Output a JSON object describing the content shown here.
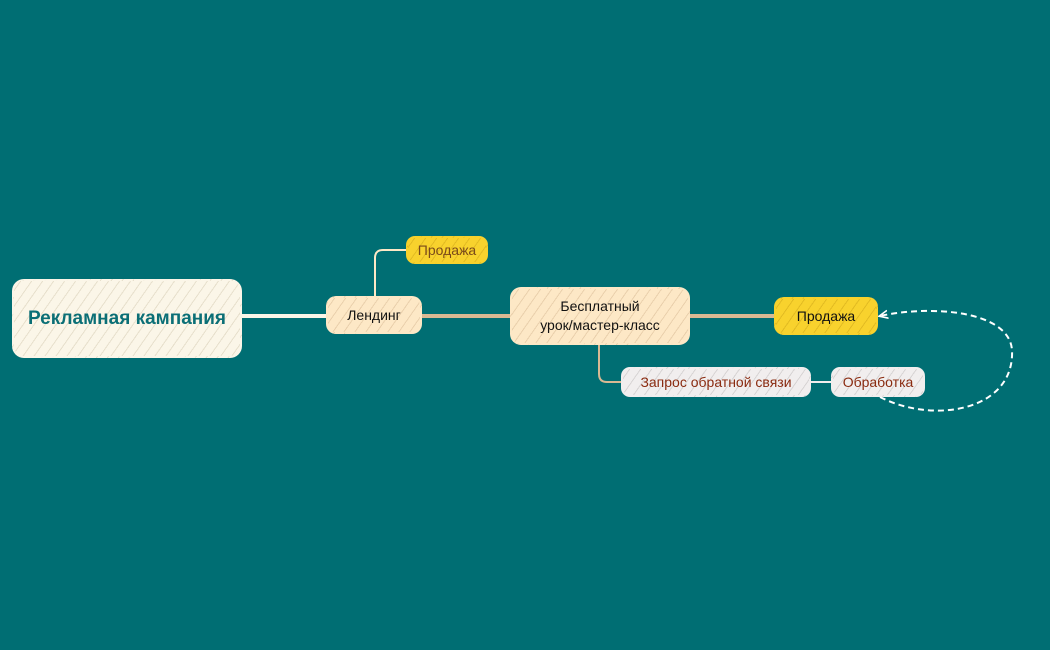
{
  "diagram": {
    "nodes": {
      "root": "Рекламная кампания",
      "landing": "Лендинг",
      "sale_top": "Продажа",
      "free_lesson_line1": "Бесплатный",
      "free_lesson_line2": "урок/мастер-класс",
      "sale_right": "Продажа",
      "feedback_request": "Запрос обратной связи",
      "processing": "Обработка"
    },
    "edges": [
      {
        "from": "root",
        "to": "landing"
      },
      {
        "from": "landing",
        "to": "sale_top"
      },
      {
        "from": "landing",
        "to": "free_lesson"
      },
      {
        "from": "free_lesson",
        "to": "sale_right"
      },
      {
        "from": "free_lesson",
        "to": "feedback_request"
      },
      {
        "from": "feedback_request",
        "to": "processing"
      },
      {
        "from": "processing",
        "to": "sale_right",
        "style": "dashed",
        "arrow": true
      }
    ],
    "colors": {
      "background": "#006e73",
      "root_fill": "#fbf6e8",
      "peach_fill": "#fde8c6",
      "yellow_fill": "#f8d22d",
      "grey_fill": "#f1eeee",
      "root_text": "#0b6f76",
      "brown_text": "#8a2b10",
      "connector": "#d9b993"
    }
  }
}
